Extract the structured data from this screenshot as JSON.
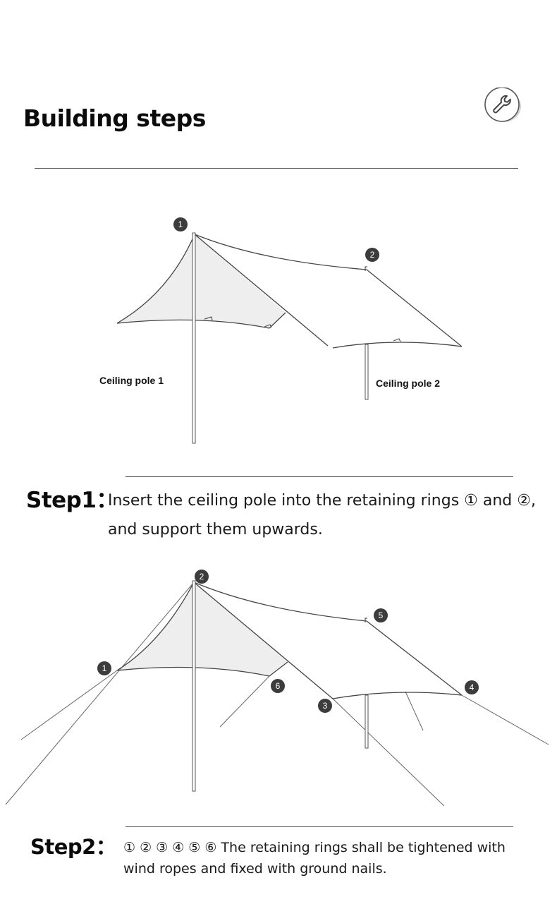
{
  "header": {
    "title": "Building steps",
    "badge_icon": "wrench-icon"
  },
  "diagram1": {
    "markers": [
      "1",
      "2"
    ],
    "pole_labels": [
      "Ceiling pole 1",
      "Ceiling pole 2"
    ]
  },
  "step1": {
    "label": "Step1：",
    "text": "Insert the ceiling pole into the retaining rings ① and ②,\nand support them upwards."
  },
  "diagram2": {
    "markers": [
      "1",
      "2",
      "3",
      "4",
      "5",
      "6"
    ]
  },
  "step2": {
    "label": "Step2：",
    "text": "① ② ③ ④ ⑤ ⑥ The retaining rings shall be tightened with\nwind ropes and fixed with ground nails."
  },
  "colors": {
    "tarp_fill": "#eeeeee",
    "line": "#444444",
    "marker": "#3c3c3c"
  }
}
